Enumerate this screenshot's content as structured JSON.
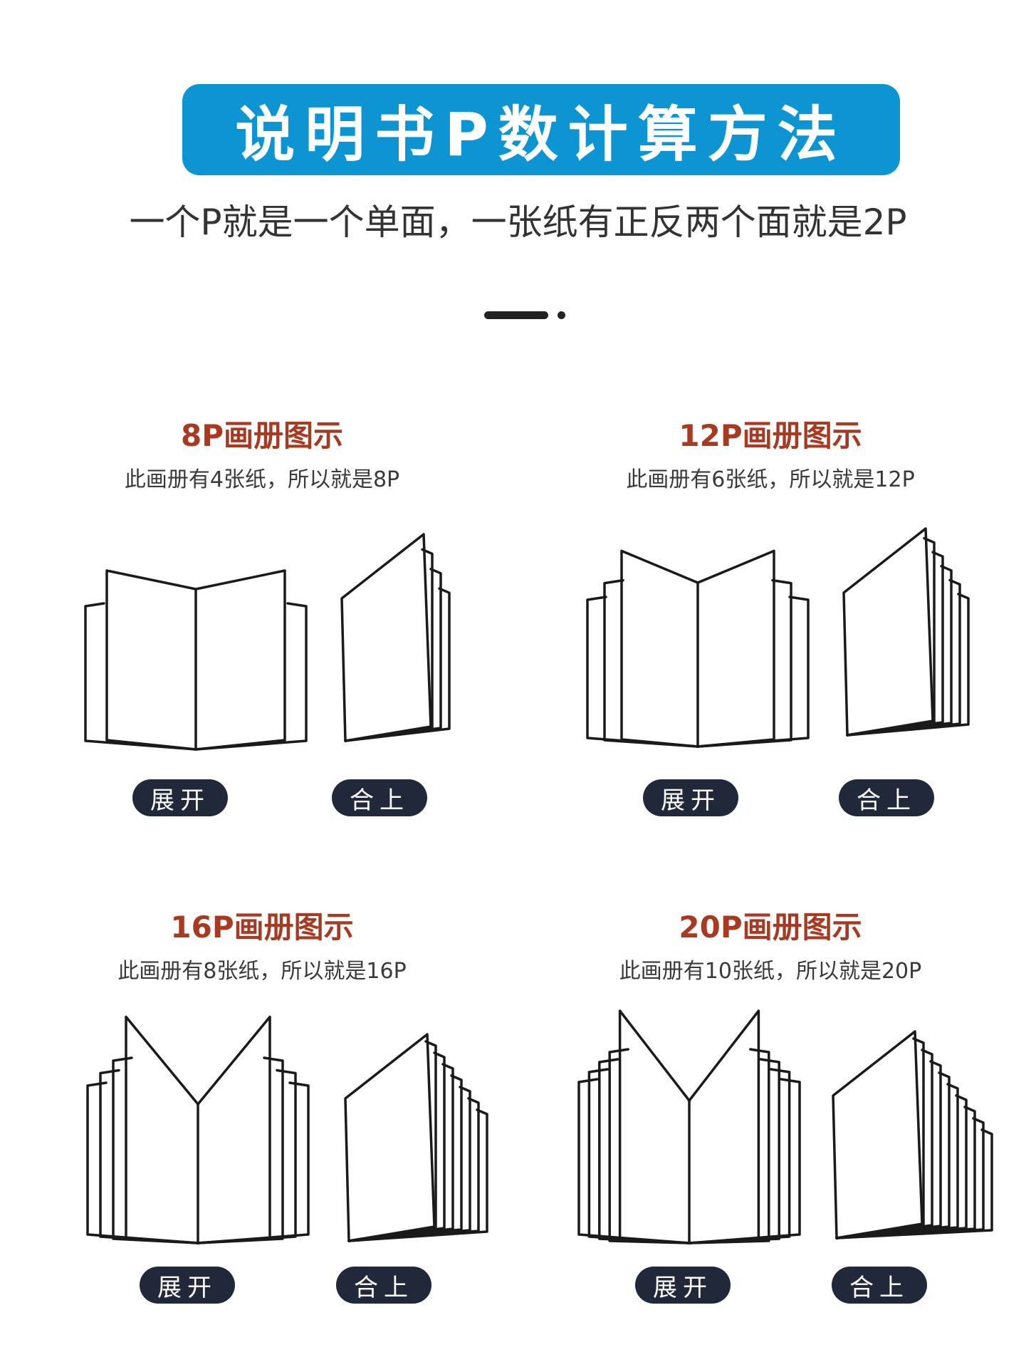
{
  "header": {
    "title": "说明书P数计算方法",
    "subtitle": "一个P就是一个单面，一张纸有正反两个面就是2P"
  },
  "sections": [
    {
      "title": "8P画册图示",
      "desc": "此画册有4张纸，所以就是8P",
      "sheets": 4,
      "open_label": "展开",
      "closed_label": "合上"
    },
    {
      "title": "12P画册图示",
      "desc": "此画册有6张纸，所以就是12P",
      "sheets": 6,
      "open_label": "展开",
      "closed_label": "合上"
    },
    {
      "title": "16P画册图示",
      "desc": "此画册有8张纸，所以就是16P",
      "sheets": 8,
      "open_label": "展开",
      "closed_label": "合上"
    },
    {
      "title": "20P画册图示",
      "desc": "此画册有10张纸，所以就是20P",
      "sheets": 10,
      "open_label": "展开",
      "closed_label": "合上"
    }
  ],
  "colors": {
    "banner": "#0d95d3",
    "section_title": "#a83a22",
    "pill": "#20283a"
  }
}
